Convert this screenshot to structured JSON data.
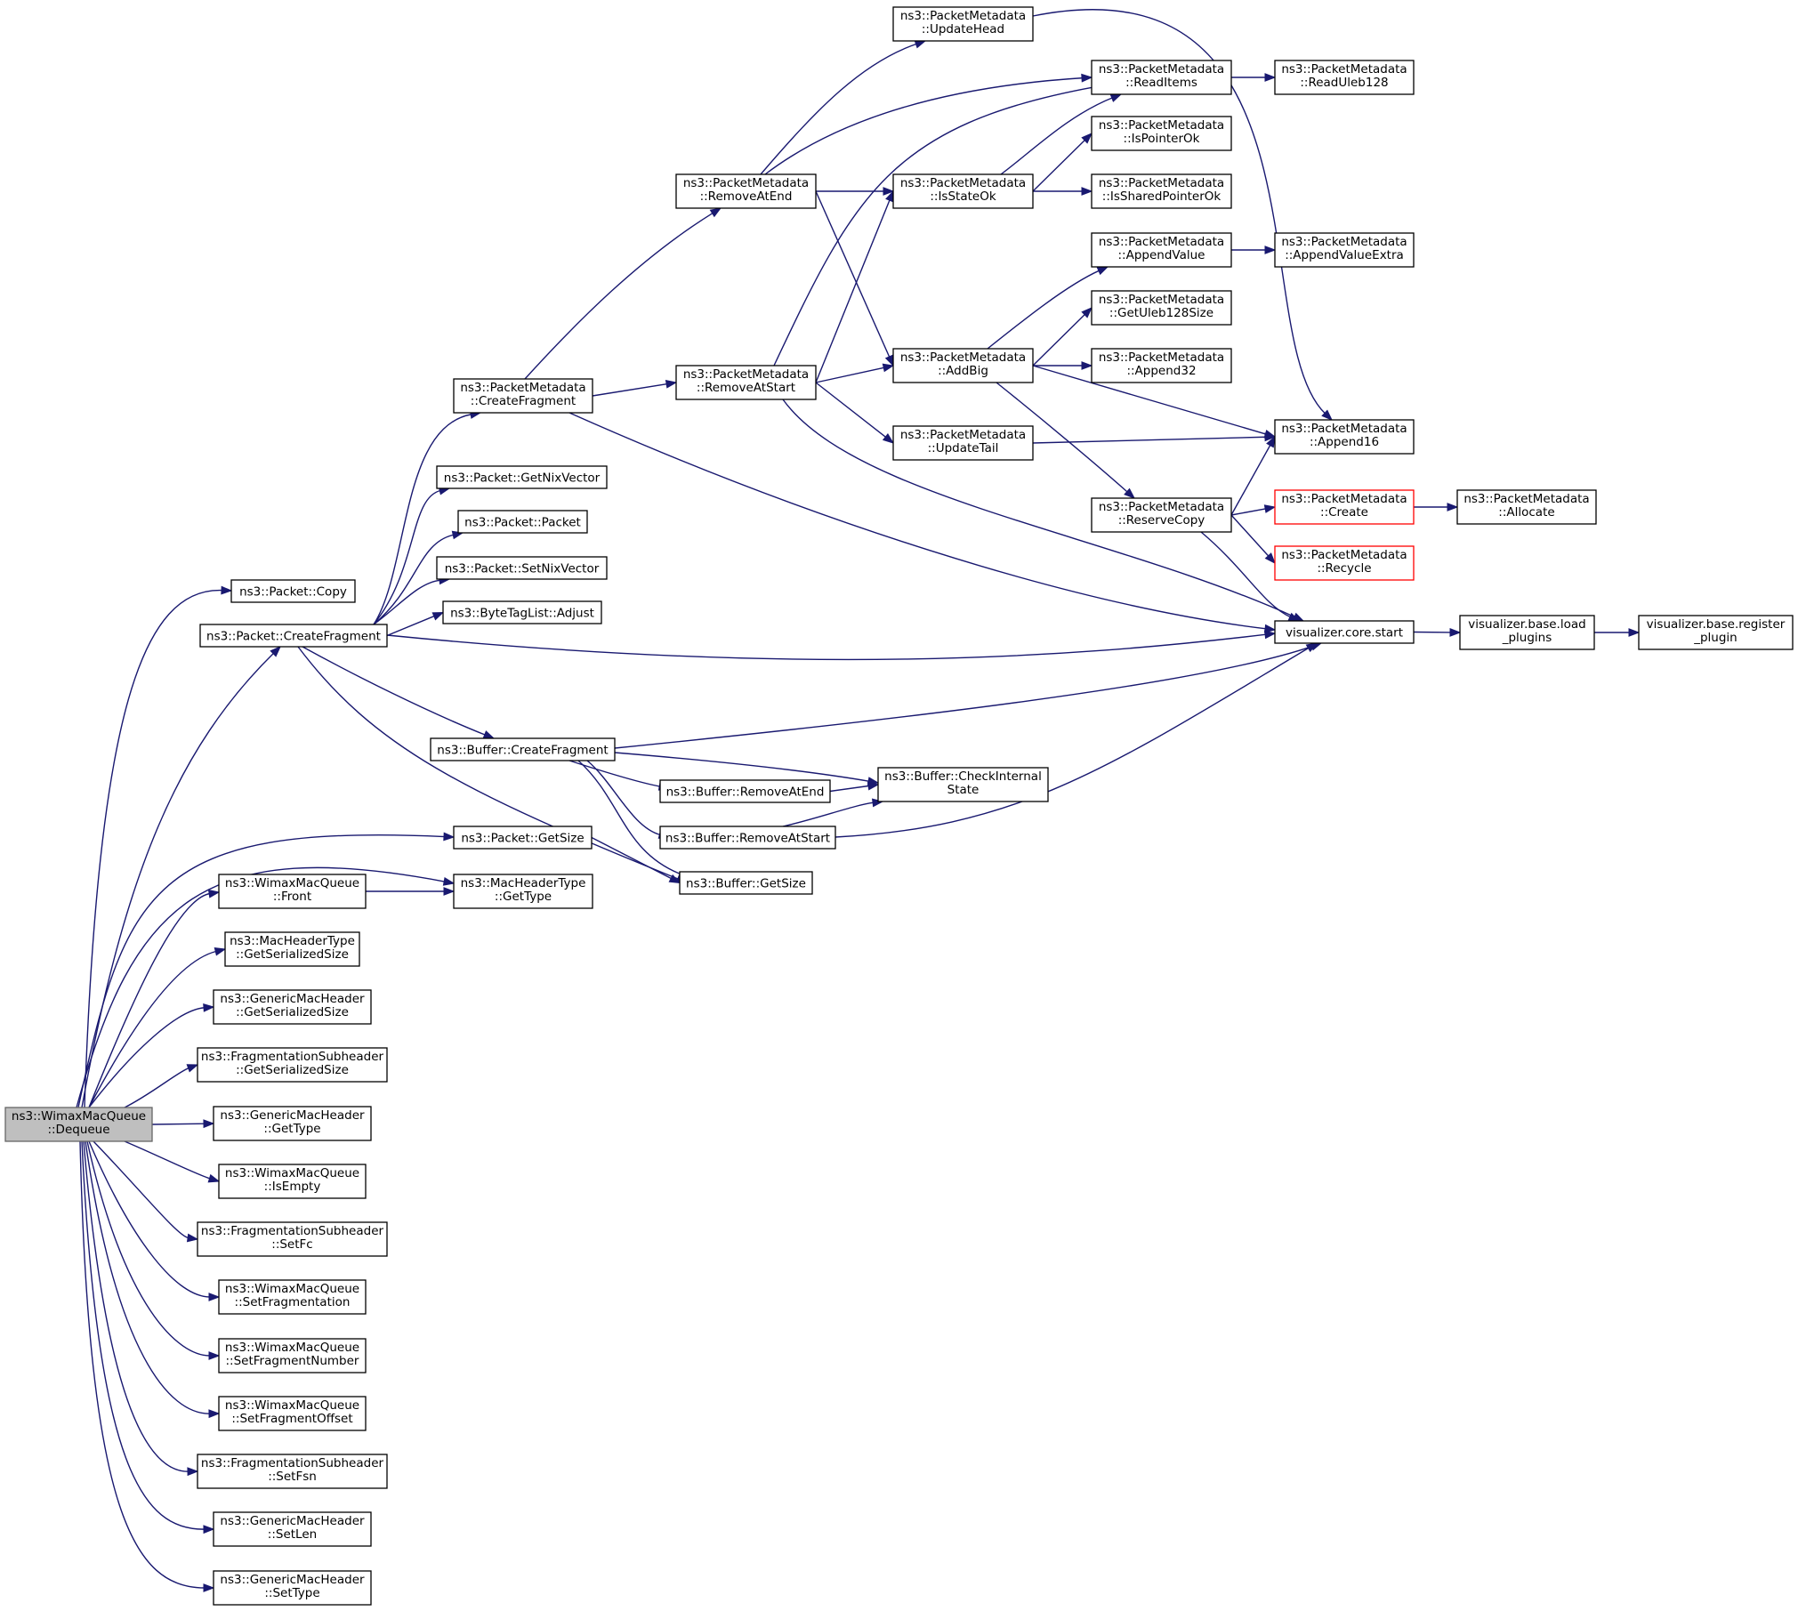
{
  "colors": {
    "edge": "#191970",
    "root_fill": "#bfbfbf",
    "box_border": "#000000",
    "truncated_border": "#ff0000"
  },
  "nodes": [
    {
      "id": "dequeue",
      "lines": [
        "ns3::WimaxMacQueue",
        "::Dequeue"
      ],
      "style": "root"
    },
    {
      "id": "p_copy",
      "lines": [
        "ns3::Packet::Copy"
      ]
    },
    {
      "id": "p_cf",
      "lines": [
        "ns3::Packet::CreateFragment"
      ]
    },
    {
      "id": "pm_cf",
      "lines": [
        "ns3::PacketMetadata",
        "::CreateFragment"
      ]
    },
    {
      "id": "p_gnv",
      "lines": [
        "ns3::Packet::GetNixVector"
      ]
    },
    {
      "id": "p_packet",
      "lines": [
        "ns3::Packet::Packet"
      ]
    },
    {
      "id": "p_snv",
      "lines": [
        "ns3::Packet::SetNixVector"
      ]
    },
    {
      "id": "btl_adj",
      "lines": [
        "ns3::ByteTagList::Adjust"
      ]
    },
    {
      "id": "b_cf",
      "lines": [
        "ns3::Buffer::CreateFragment"
      ]
    },
    {
      "id": "p_gs",
      "lines": [
        "ns3::Packet::GetSize"
      ]
    },
    {
      "id": "wmq_front",
      "lines": [
        "ns3::WimaxMacQueue",
        "::Front"
      ]
    },
    {
      "id": "mht_gt",
      "lines": [
        "ns3::MacHeaderType",
        "::GetType"
      ]
    },
    {
      "id": "mht_gss",
      "lines": [
        "ns3::MacHeaderType",
        "::GetSerializedSize"
      ]
    },
    {
      "id": "gmh_gss",
      "lines": [
        "ns3::GenericMacHeader",
        "::GetSerializedSize"
      ]
    },
    {
      "id": "fsh_gss",
      "lines": [
        "ns3::FragmentationSubheader",
        "::GetSerializedSize"
      ]
    },
    {
      "id": "gmh_gt",
      "lines": [
        "ns3::GenericMacHeader",
        "::GetType"
      ]
    },
    {
      "id": "wmq_ie",
      "lines": [
        "ns3::WimaxMacQueue",
        "::IsEmpty"
      ]
    },
    {
      "id": "fsh_sfc",
      "lines": [
        "ns3::FragmentationSubheader",
        "::SetFc"
      ]
    },
    {
      "id": "wmq_sf",
      "lines": [
        "ns3::WimaxMacQueue",
        "::SetFragmentation"
      ]
    },
    {
      "id": "wmq_sfn",
      "lines": [
        "ns3::WimaxMacQueue",
        "::SetFragmentNumber"
      ]
    },
    {
      "id": "wmq_sfo",
      "lines": [
        "ns3::WimaxMacQueue",
        "::SetFragmentOffset"
      ]
    },
    {
      "id": "fsh_sfsn",
      "lines": [
        "ns3::FragmentationSubheader",
        "::SetFsn"
      ]
    },
    {
      "id": "gmh_sl",
      "lines": [
        "ns3::GenericMacHeader",
        "::SetLen"
      ]
    },
    {
      "id": "gmh_st",
      "lines": [
        "ns3::GenericMacHeader",
        "::SetType"
      ]
    },
    {
      "id": "pm_rae",
      "lines": [
        "ns3::PacketMetadata",
        "::RemoveAtEnd"
      ]
    },
    {
      "id": "pm_ras",
      "lines": [
        "ns3::PacketMetadata",
        "::RemoveAtStart"
      ]
    },
    {
      "id": "pm_uh",
      "lines": [
        "ns3::PacketMetadata",
        "::UpdateHead"
      ]
    },
    {
      "id": "pm_iso",
      "lines": [
        "ns3::PacketMetadata",
        "::IsStateOk"
      ]
    },
    {
      "id": "pm_ab",
      "lines": [
        "ns3::PacketMetadata",
        "::AddBig"
      ]
    },
    {
      "id": "pm_ut",
      "lines": [
        "ns3::PacketMetadata",
        "::UpdateTail"
      ]
    },
    {
      "id": "pm_ri",
      "lines": [
        "ns3::PacketMetadata",
        "::ReadItems"
      ]
    },
    {
      "id": "pm_ipo",
      "lines": [
        "ns3::PacketMetadata",
        "::IsPointerOk"
      ]
    },
    {
      "id": "pm_ispo",
      "lines": [
        "ns3::PacketMetadata",
        "::IsSharedPointerOk"
      ]
    },
    {
      "id": "pm_av",
      "lines": [
        "ns3::PacketMetadata",
        "::AppendValue"
      ]
    },
    {
      "id": "pm_gu",
      "lines": [
        "ns3::PacketMetadata",
        "::GetUleb128Size"
      ]
    },
    {
      "id": "pm_a32",
      "lines": [
        "ns3::PacketMetadata",
        "::Append32"
      ]
    },
    {
      "id": "pm_rc",
      "lines": [
        "ns3::PacketMetadata",
        "::ReserveCopy"
      ]
    },
    {
      "id": "pm_ru",
      "lines": [
        "ns3::PacketMetadata",
        "::ReadUleb128"
      ]
    },
    {
      "id": "pm_ave",
      "lines": [
        "ns3::PacketMetadata",
        "::AppendValueExtra"
      ]
    },
    {
      "id": "pm_a16",
      "lines": [
        "ns3::PacketMetadata",
        "::Append16"
      ]
    },
    {
      "id": "pm_create",
      "lines": [
        "ns3::PacketMetadata",
        "::Create"
      ],
      "style": "red"
    },
    {
      "id": "pm_recycle",
      "lines": [
        "ns3::PacketMetadata",
        "::Recycle"
      ],
      "style": "red"
    },
    {
      "id": "pm_alloc",
      "lines": [
        "ns3::PacketMetadata",
        "::Allocate"
      ]
    },
    {
      "id": "vcs",
      "lines": [
        "visualizer.core.start"
      ]
    },
    {
      "id": "vblp",
      "lines": [
        "visualizer.base.load",
        "_plugins"
      ]
    },
    {
      "id": "vbrp",
      "lines": [
        "visualizer.base.register",
        "_plugin"
      ]
    },
    {
      "id": "b_rae",
      "lines": [
        "ns3::Buffer::RemoveAtEnd"
      ]
    },
    {
      "id": "b_ras",
      "lines": [
        "ns3::Buffer::RemoveAtStart"
      ]
    },
    {
      "id": "b_cis",
      "lines": [
        "ns3::Buffer::CheckInternal",
        "State"
      ]
    },
    {
      "id": "b_gs",
      "lines": [
        "ns3::Buffer::GetSize"
      ]
    }
  ],
  "edges": [
    [
      "dequeue",
      "p_copy"
    ],
    [
      "dequeue",
      "p_cf"
    ],
    [
      "dequeue",
      "p_gs"
    ],
    [
      "dequeue",
      "mht_gt"
    ],
    [
      "dequeue",
      "wmq_front"
    ],
    [
      "dequeue",
      "mht_gss"
    ],
    [
      "dequeue",
      "gmh_gss"
    ],
    [
      "dequeue",
      "fsh_gss"
    ],
    [
      "dequeue",
      "gmh_gt"
    ],
    [
      "dequeue",
      "wmq_ie"
    ],
    [
      "dequeue",
      "fsh_sfc"
    ],
    [
      "dequeue",
      "wmq_sf"
    ],
    [
      "dequeue",
      "wmq_sfn"
    ],
    [
      "dequeue",
      "wmq_sfo"
    ],
    [
      "dequeue",
      "fsh_sfsn"
    ],
    [
      "dequeue",
      "gmh_sl"
    ],
    [
      "dequeue",
      "gmh_st"
    ],
    [
      "p_cf",
      "pm_cf"
    ],
    [
      "p_cf",
      "p_gnv"
    ],
    [
      "p_cf",
      "p_packet"
    ],
    [
      "p_cf",
      "p_snv"
    ],
    [
      "p_cf",
      "btl_adj"
    ],
    [
      "p_cf",
      "vcs"
    ],
    [
      "p_cf",
      "b_cf"
    ],
    [
      "p_cf",
      "b_gs"
    ],
    [
      "pm_cf",
      "pm_rae"
    ],
    [
      "pm_cf",
      "pm_ras"
    ],
    [
      "pm_cf",
      "vcs"
    ],
    [
      "pm_rae",
      "pm_uh"
    ],
    [
      "pm_rae",
      "pm_ri"
    ],
    [
      "pm_rae",
      "pm_iso"
    ],
    [
      "pm_rae",
      "pm_ab"
    ],
    [
      "pm_ras",
      "pm_ri"
    ],
    [
      "pm_ras",
      "pm_iso"
    ],
    [
      "pm_ras",
      "pm_ab"
    ],
    [
      "pm_ras",
      "pm_ut"
    ],
    [
      "pm_ras",
      "vcs"
    ],
    [
      "pm_uh",
      "pm_a16"
    ],
    [
      "pm_iso",
      "pm_ri"
    ],
    [
      "pm_iso",
      "pm_ipo"
    ],
    [
      "pm_iso",
      "pm_ispo"
    ],
    [
      "pm_ri",
      "pm_ru"
    ],
    [
      "pm_ab",
      "pm_av"
    ],
    [
      "pm_ab",
      "pm_gu"
    ],
    [
      "pm_ab",
      "pm_a32"
    ],
    [
      "pm_ab",
      "pm_a16"
    ],
    [
      "pm_ab",
      "pm_rc"
    ],
    [
      "pm_av",
      "pm_ave"
    ],
    [
      "pm_ut",
      "pm_a16"
    ],
    [
      "pm_rc",
      "pm_a16"
    ],
    [
      "pm_rc",
      "pm_create"
    ],
    [
      "pm_rc",
      "pm_recycle"
    ],
    [
      "pm_rc",
      "vcs"
    ],
    [
      "pm_create",
      "pm_alloc"
    ],
    [
      "vcs",
      "vblp"
    ],
    [
      "vblp",
      "vbrp"
    ],
    [
      "b_cf",
      "vcs"
    ],
    [
      "b_cf",
      "b_cis"
    ],
    [
      "b_cf",
      "b_rae"
    ],
    [
      "b_cf",
      "b_ras"
    ],
    [
      "b_cf",
      "b_gs"
    ],
    [
      "b_rae",
      "b_cis"
    ],
    [
      "b_ras",
      "b_cis"
    ],
    [
      "b_ras",
      "vcs"
    ],
    [
      "p_gs",
      "b_gs"
    ],
    [
      "wmq_front",
      "mht_gt"
    ]
  ]
}
